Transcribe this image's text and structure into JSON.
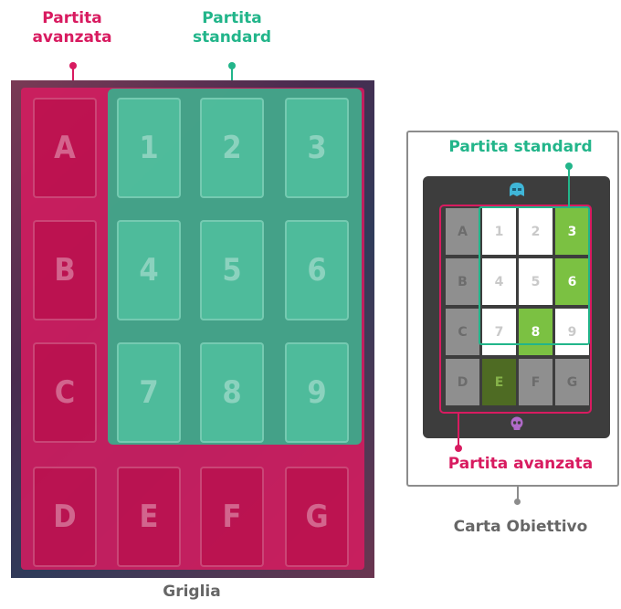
{
  "labels": {
    "advanced_line1": "Partita",
    "advanced_line2": "avanzata",
    "standard_line1": "Partita",
    "standard_line2": "standard",
    "grid_caption": "Griglia",
    "goal_standard": "Partita standard",
    "goal_advanced": "Partita avanzata",
    "goal_caption": "Carta Obiettivo"
  },
  "colors": {
    "advanced": "#d81b60",
    "standard": "#22b58a",
    "light_green": "#7bc142",
    "dark_green": "#4e6b23",
    "grey": "#8f8f8f"
  },
  "grid": {
    "rows": [
      [
        "A",
        "1",
        "2",
        "3"
      ],
      [
        "B",
        "4",
        "5",
        "6"
      ],
      [
        "C",
        "7",
        "8",
        "9"
      ],
      [
        "D",
        "E",
        "F",
        "G"
      ]
    ]
  },
  "goal_card": {
    "top_icon": "ghost-mask-icon",
    "bottom_icon": "skull-icon",
    "rows": [
      [
        {
          "t": "A",
          "s": "grey"
        },
        {
          "t": "1",
          "s": "white"
        },
        {
          "t": "2",
          "s": "white"
        },
        {
          "t": "3",
          "s": "lightgreen"
        }
      ],
      [
        {
          "t": "B",
          "s": "grey"
        },
        {
          "t": "4",
          "s": "white"
        },
        {
          "t": "5",
          "s": "white"
        },
        {
          "t": "6",
          "s": "lightgreen"
        }
      ],
      [
        {
          "t": "C",
          "s": "grey"
        },
        {
          "t": "7",
          "s": "white"
        },
        {
          "t": "8",
          "s": "lightgreen"
        },
        {
          "t": "9",
          "s": "white"
        }
      ],
      [
        {
          "t": "D",
          "s": "grey"
        },
        {
          "t": "E",
          "s": "darkgreen"
        },
        {
          "t": "F",
          "s": "grey"
        },
        {
          "t": "G",
          "s": "grey"
        }
      ]
    ]
  }
}
